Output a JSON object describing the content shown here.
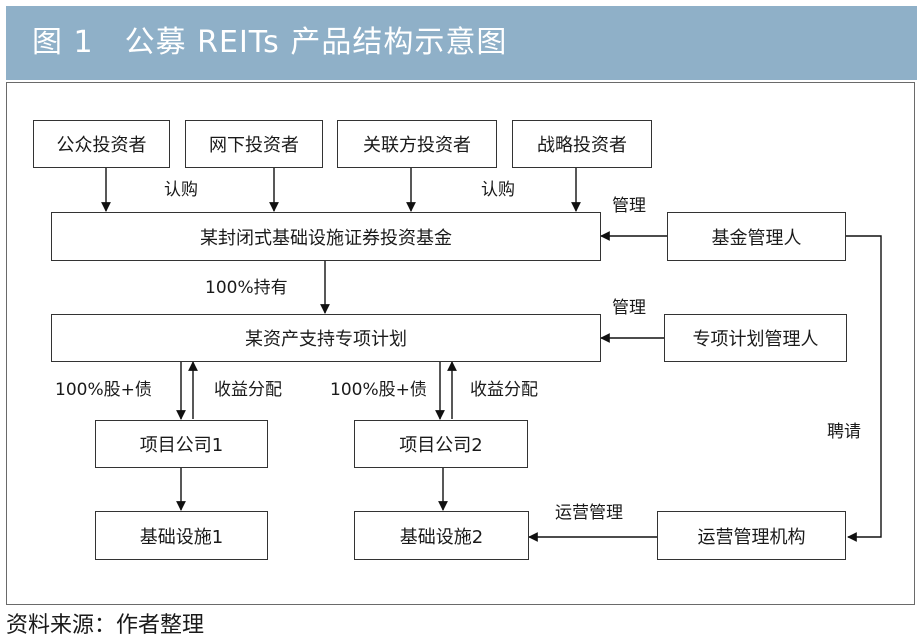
{
  "header": {
    "title": "图 1　公募 REITs 产品结构示意图"
  },
  "boxes": {
    "investor_public": "公众投资者",
    "investor_offline": "网下投资者",
    "investor_related": "关联方投资者",
    "investor_strategic": "战略投资者",
    "fund": "某封闭式基础设施证券投资基金",
    "fund_manager": "基金管理人",
    "abs_plan": "某资产支持专项计划",
    "plan_manager": "专项计划管理人",
    "company1": "项目公司1",
    "company2": "项目公司2",
    "infra1": "基础设施1",
    "infra2": "基础设施2",
    "operator": "运营管理机构"
  },
  "labels": {
    "subscribe_left": "认购",
    "subscribe_right": "认购",
    "manage_fund": "管理",
    "hold": "100%持有",
    "manage_plan": "管理",
    "equity_debt_1": "100%股+债",
    "income_1": "收益分配",
    "equity_debt_2": "100%股+债",
    "income_2": "收益分配",
    "hire": "聘请",
    "operation_mgmt": "运营管理"
  },
  "source": "资料来源：作者整理"
}
